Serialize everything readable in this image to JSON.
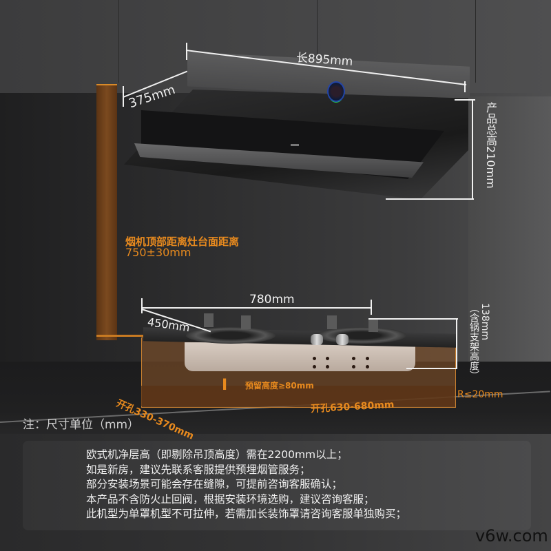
{
  "hood": {
    "length_label": "长895mm",
    "depth_label": "375mm",
    "total_height_label": "产品总高210mm"
  },
  "installation": {
    "hood_to_counter_title": "烟机顶部距离灶台面距离",
    "hood_to_counter_value": "750±30mm"
  },
  "cooktop": {
    "width_label": "780mm",
    "depth_label": "450mm",
    "height_label": "138mm",
    "height_note": "（含锅支架高度）",
    "reserved_height_label": "预留高度≥80mm",
    "cutout_depth_label": "开孔330-370mm",
    "cutout_width_label": "开孔630-680mm",
    "corner_radius_label": "R≤20mm"
  },
  "notes": {
    "unit_label": "注：尺寸单位（mm）",
    "lines": [
      "欧式机净层高（即剔除吊顶高度）需在2200mm以上；",
      "如是新房，建议先联系客服提供预埋烟管服务；",
      "部分安装场景可能会存在缝隙，可提前咨询客服确认；",
      "本产品不含防火止回阀，根据安装环境选购，建议咨询客服；",
      "此机型为单罩机型不可拉伸，若需加长装饰罩请咨询客服单独购买；"
    ]
  },
  "watermark": "v6w.com",
  "colors": {
    "accent_orange": "#e88a1e",
    "dimension_white": "#f0f0f0",
    "background_dark": "#2b2b2c"
  }
}
